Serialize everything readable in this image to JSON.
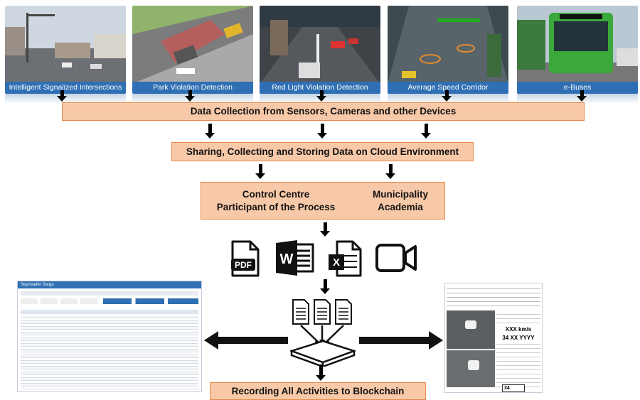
{
  "panels": [
    {
      "label": "Intelligent Signalized Intersections"
    },
    {
      "label": "Park Violation Detection"
    },
    {
      "label": "Red Light Violation Detection"
    },
    {
      "label": "Average Speed Corridor"
    },
    {
      "label": "e-Buses"
    }
  ],
  "steps": {
    "collection": "Data Collection from Sensors, Cameras and other Devices",
    "cloud": "Sharing, Collecting and Storing Data on Cloud Environment",
    "control_left_1": "Control Centre",
    "control_left_2": "Participant of the Process",
    "control_right_1": "Municipality",
    "control_right_2": "Academia",
    "blockchain": "Recording All Activities to Blockchain"
  },
  "file_icons": {
    "pdf": "PDF",
    "word": "W",
    "excel": "X"
  },
  "left_screenshot": {
    "title": "Seyrüsefer Sorgu"
  },
  "right_screenshot": {
    "speed": "XXX km/s",
    "plate": "34 XX YYYY",
    "footer_plate": "34"
  },
  "colors": {
    "caption_bg": "#2f6fb3",
    "box_fill": "#f8c9a8",
    "box_border": "#e58a4a"
  }
}
